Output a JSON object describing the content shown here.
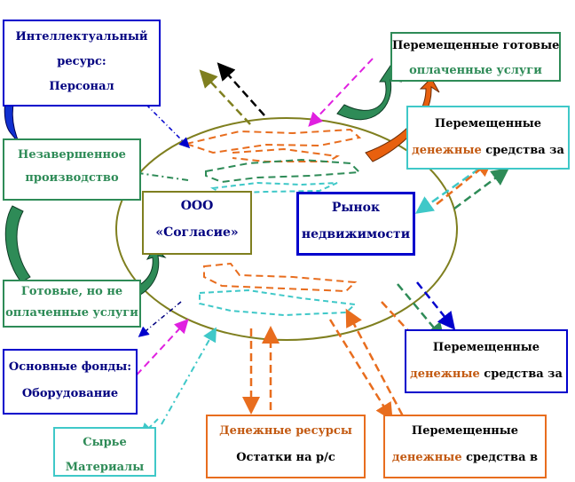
{
  "title": "",
  "center": {
    "company": [
      "ООО",
      "«Согласие»"
    ],
    "market": [
      "Рынок",
      "недвижимости"
    ]
  },
  "left_boxes": {
    "intellectual": [
      "Интеллектуальный",
      "ресурс:",
      "Персонал"
    ],
    "wip": [
      "Незавершенное",
      "производство"
    ],
    "finished": [
      "Готовые, но не",
      "оплаченные услуги"
    ],
    "fixed_assets": [
      "Основные фонды:",
      "Оборудование"
    ],
    "raw": [
      "Сырье",
      "Материалы"
    ]
  },
  "bottom_box": {
    "line1": "Денежные ресурсы",
    "line2": "Остатки на р/с"
  },
  "right_boxes": {
    "top": [
      "Перемещенные готовые",
      "оплаченные услуги"
    ],
    "r2": {
      "line1": "Перемещенные",
      "word": "денежные",
      "rest": "средства за"
    },
    "r3": {
      "line1": "Перемещенные",
      "word": "денежные",
      "rest": "средства за"
    },
    "r4": {
      "line1": "Перемещенные",
      "word": "денежные",
      "rest": "средства в"
    }
  },
  "colors": {
    "olive": "#7f7f1f",
    "blue": "#0000cc",
    "navy": "#000080",
    "green": "#2e8b57",
    "teal": "#3fc8c8",
    "orange": "#e86d1e",
    "magenta": "#e020e0"
  }
}
